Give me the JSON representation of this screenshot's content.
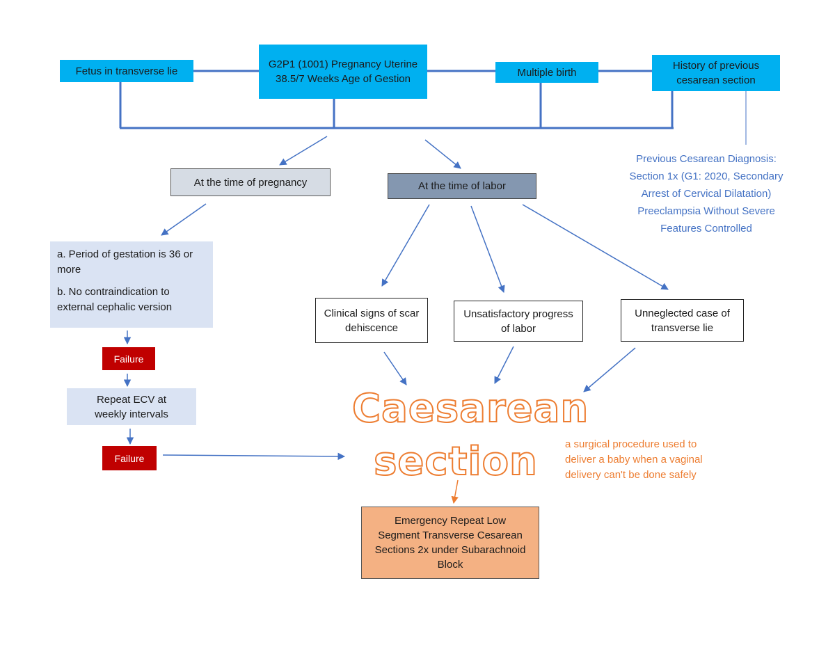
{
  "top_row": {
    "fetus": "Fetus in transverse lie",
    "pregnancy": "G2P1 (1001) Pregnancy Uterine 38.5/7 Weeks Age of Gestion",
    "multiple": "Multiple birth",
    "history": "History of previous cesarean section"
  },
  "diagnosis_note": "Previous Cesarean Diagnosis: Section 1x (G1: 2020, Secondary Arrest of Cervical Dilatation) Preeclampsia Without Severe Features Controlled",
  "pregnancy_branch": {
    "label": "At the time of pregnancy",
    "criteria": [
      "a. Period of gestation is 36 or more",
      "b. No contraindication to external cephalic version"
    ],
    "failure1": "Failure",
    "repeat_ecv": "Repeat ECV at weekly intervals",
    "failure2": "Failure"
  },
  "labor_branch": {
    "label": "At the time of labor",
    "indications": [
      "Clinical signs of scar dehiscence",
      "Unsatisfactory progress of labor",
      "Unneglected case of transverse lie"
    ]
  },
  "outcome": {
    "title_line1": "Caesarean",
    "title_line2": "section",
    "definition": "a surgical procedure used to deliver a baby when a vaginal delivery can't be done safely",
    "procedure": "Emergency Repeat Low Segment Transverse Cesarean Sections 2x under Subarachnoid Block"
  },
  "colors": {
    "top_box": "#00b0f0",
    "connector": "#4472c4",
    "failure": "#c00000",
    "accent_orange": "#ed7d31",
    "outcome_fill": "#f4b183"
  }
}
